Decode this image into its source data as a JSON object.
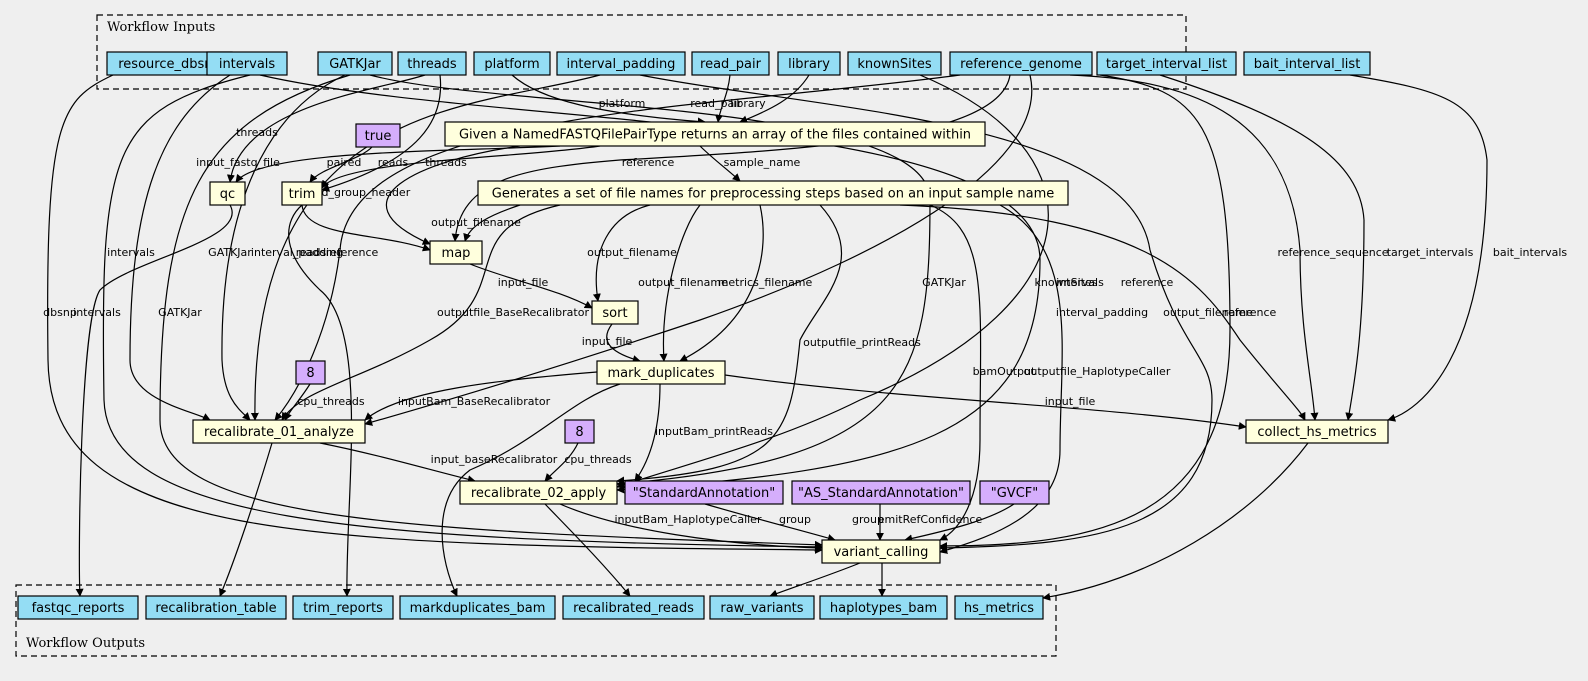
{
  "inputs_cluster": {
    "label": "Workflow Inputs"
  },
  "outputs_cluster": {
    "label": "Workflow Outputs"
  },
  "colors": {
    "io": "#94ddf4",
    "step": "#ffffdd",
    "constant": "#d5aefc",
    "background": "#efefef"
  },
  "inputs": [
    {
      "id": "in_dbsnp",
      "label": "resource_dbsnp"
    },
    {
      "id": "in_intervals",
      "label": "intervals"
    },
    {
      "id": "in_gatk",
      "label": "GATKJar"
    },
    {
      "id": "in_threads",
      "label": "threads"
    },
    {
      "id": "in_platform",
      "label": "platform"
    },
    {
      "id": "in_padding",
      "label": "interval_padding"
    },
    {
      "id": "in_readpair",
      "label": "read_pair"
    },
    {
      "id": "in_library",
      "label": "library"
    },
    {
      "id": "in_known",
      "label": "knownSites"
    },
    {
      "id": "in_ref",
      "label": "reference_genome"
    },
    {
      "id": "in_target",
      "label": "target_interval_list"
    },
    {
      "id": "in_bait",
      "label": "bait_interval_list"
    }
  ],
  "outputs": [
    {
      "id": "out_fastqc",
      "label": "fastqc_reports"
    },
    {
      "id": "out_recaltable",
      "label": "recalibration_table"
    },
    {
      "id": "out_trim",
      "label": "trim_reports"
    },
    {
      "id": "out_mdbam",
      "label": "markduplicates_bam"
    },
    {
      "id": "out_recalreads",
      "label": "recalibrated_reads"
    },
    {
      "id": "out_rawvar",
      "label": "raw_variants"
    },
    {
      "id": "out_hapbam",
      "label": "haplotypes_bam"
    },
    {
      "id": "out_hsm",
      "label": "hs_metrics"
    }
  ],
  "steps": [
    {
      "id": "st_extract",
      "label": "Given a NamedFASTQFilePairType returns an array of the files contained within"
    },
    {
      "id": "st_names",
      "label": "Generates a set of file names for preprocessing steps based on an input sample name"
    },
    {
      "id": "st_qc",
      "label": "qc"
    },
    {
      "id": "st_trim",
      "label": "trim"
    },
    {
      "id": "st_map",
      "label": "map"
    },
    {
      "id": "st_sort",
      "label": "sort"
    },
    {
      "id": "st_md",
      "label": "mark_duplicates"
    },
    {
      "id": "st_recal1",
      "label": "recalibrate_01_analyze"
    },
    {
      "id": "st_recal2",
      "label": "recalibrate_02_apply"
    },
    {
      "id": "st_vc",
      "label": "variant_calling"
    },
    {
      "id": "st_hsm",
      "label": "collect_hs_metrics"
    }
  ],
  "constants": [
    {
      "id": "c_true",
      "label": "true"
    },
    {
      "id": "c_8a",
      "label": "8"
    },
    {
      "id": "c_8b",
      "label": "8"
    },
    {
      "id": "c_std",
      "label": "\"StandardAnnotation\""
    },
    {
      "id": "c_as",
      "label": "\"AS_StandardAnnotation\""
    },
    {
      "id": "c_gvcf",
      "label": "\"GVCF\""
    }
  ],
  "edges": [
    {
      "id": "e1",
      "label": "platform"
    },
    {
      "id": "e2",
      "label": "read_pair"
    },
    {
      "id": "e3",
      "label": "library"
    },
    {
      "id": "e4",
      "label": "threads"
    },
    {
      "id": "e5",
      "label": "input_fastq_file"
    },
    {
      "id": "e6",
      "label": "paired"
    },
    {
      "id": "e7",
      "label": "reads"
    },
    {
      "id": "e8",
      "label": "threads"
    },
    {
      "id": "e9",
      "label": "reference"
    },
    {
      "id": "e10",
      "label": "sample_name"
    },
    {
      "id": "e11",
      "label": "read_group_header"
    },
    {
      "id": "e12",
      "label": "output_filename"
    },
    {
      "id": "e13",
      "label": "reads"
    },
    {
      "id": "e14",
      "label": "intervals"
    },
    {
      "id": "e15",
      "label": "GATKJar"
    },
    {
      "id": "e16",
      "label": "interval_padding"
    },
    {
      "id": "e17",
      "label": "reference"
    },
    {
      "id": "e18",
      "label": "output_filename"
    },
    {
      "id": "e19",
      "label": "output_filename"
    },
    {
      "id": "e20",
      "label": "metrics_filename"
    },
    {
      "id": "e21",
      "label": "input_file"
    },
    {
      "id": "e22",
      "label": "outputfile_BaseRecalibrator"
    },
    {
      "id": "e23",
      "label": "input_file"
    },
    {
      "id": "e24",
      "label": "outputfile_printReads"
    },
    {
      "id": "e25",
      "label": "GATKJar"
    },
    {
      "id": "e26",
      "label": "knownSites"
    },
    {
      "id": "e27",
      "label": "intervals"
    },
    {
      "id": "e28",
      "label": "reference"
    },
    {
      "id": "e29",
      "label": "reference_sequence"
    },
    {
      "id": "e30",
      "label": "target_intervals"
    },
    {
      "id": "e31",
      "label": "bait_intervals"
    },
    {
      "id": "e32",
      "label": "dbsnp"
    },
    {
      "id": "e33",
      "label": "intervals"
    },
    {
      "id": "e34",
      "label": "GATKJar"
    },
    {
      "id": "e35",
      "label": "interval_padding"
    },
    {
      "id": "e36",
      "label": "output_filename"
    },
    {
      "id": "e37",
      "label": "reference"
    },
    {
      "id": "e38",
      "label": "bamOutput"
    },
    {
      "id": "e39",
      "label": "outputfile_HaplotypeCaller"
    },
    {
      "id": "e40",
      "label": "cpu_threads"
    },
    {
      "id": "e41",
      "label": "inputBam_BaseRecalibrator"
    },
    {
      "id": "e42",
      "label": "input_file"
    },
    {
      "id": "e43",
      "label": "inputBam_printReads"
    },
    {
      "id": "e44",
      "label": "cpu_threads"
    },
    {
      "id": "e45",
      "label": "input_baseRecalibrator"
    },
    {
      "id": "e46",
      "label": "inputBam_HaplotypeCaller"
    },
    {
      "id": "e47",
      "label": "group"
    },
    {
      "id": "e48",
      "label": "group"
    },
    {
      "id": "e49",
      "label": "emitRefConfidence"
    }
  ]
}
